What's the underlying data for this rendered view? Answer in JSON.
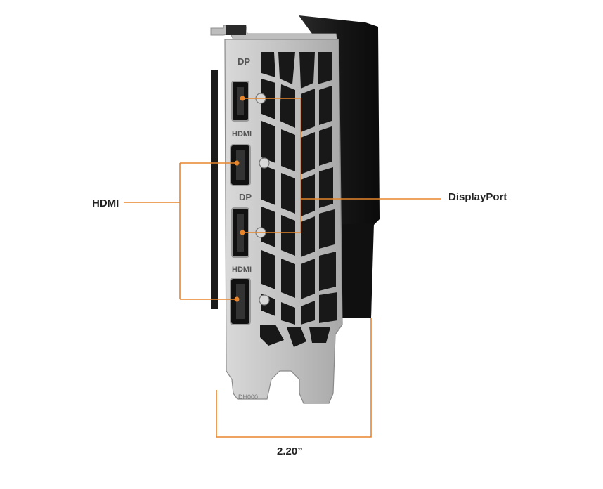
{
  "callouts": {
    "hdmi": "HDMI",
    "displayport": "DisplayPort",
    "width": "2.20”"
  },
  "bracket_engravings": {
    "port1": "DP",
    "port2": "HDMI",
    "port3": "DP",
    "port4": "HDMI",
    "model_code": "DH000"
  },
  "colors": {
    "accent": "#e8852c",
    "bracket": "#c4c4c4",
    "cooler": "#141414",
    "background": "#ffffff"
  }
}
